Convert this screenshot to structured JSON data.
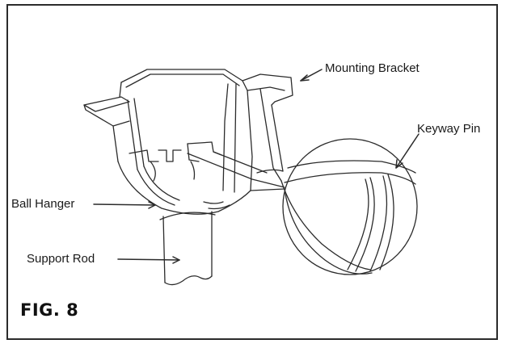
{
  "figure": {
    "caption": "FIG. 8",
    "labels": {
      "mounting_bracket": "Mounting Bracket",
      "keyway_pin": "Keyway Pin",
      "ball_hanger": "Ball Hanger",
      "support_rod": "Support Rod"
    }
  },
  "colors": {
    "line": "#2b2b2b",
    "background": "#ffffff"
  }
}
